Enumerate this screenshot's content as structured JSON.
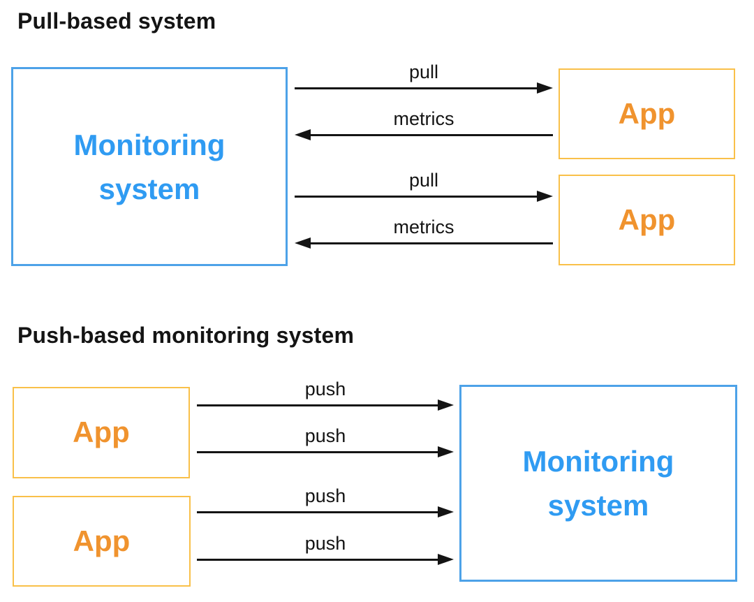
{
  "colors": {
    "monitoring_border": "#4da2e8",
    "monitoring_text": "#2f9bf2",
    "app_border": "#f9c049",
    "app_text": "#f0932e",
    "arrow": "#141414",
    "title_text": "#141414",
    "background": "#ffffff"
  },
  "pull_system": {
    "title": "Pull-based system",
    "monitoring_box": {
      "label": "Monitoring system"
    },
    "apps": [
      {
        "label": "App"
      },
      {
        "label": "App"
      }
    ],
    "arrows": [
      {
        "label": "pull",
        "direction": "right"
      },
      {
        "label": "metrics",
        "direction": "left"
      },
      {
        "label": "pull",
        "direction": "right"
      },
      {
        "label": "metrics",
        "direction": "left"
      }
    ]
  },
  "push_system": {
    "title": "Push-based monitoring system",
    "monitoring_box": {
      "label": "Monitoring system"
    },
    "apps": [
      {
        "label": "App"
      },
      {
        "label": "App"
      }
    ],
    "arrows": [
      {
        "label": "push",
        "direction": "right"
      },
      {
        "label": "push",
        "direction": "right"
      },
      {
        "label": "push",
        "direction": "right"
      },
      {
        "label": "push",
        "direction": "right"
      }
    ]
  }
}
